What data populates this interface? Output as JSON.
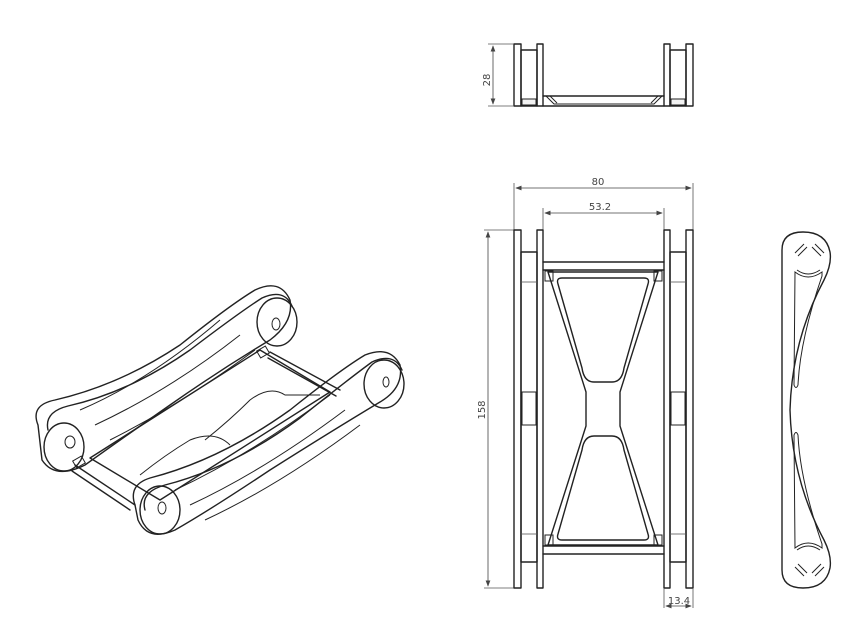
{
  "drawing": {
    "views": [
      "isometric-view",
      "top-view",
      "front-view",
      "side-profile-view"
    ],
    "dimensions": {
      "height_top_view": "28",
      "overall_width": "80",
      "inner_width": "53.2",
      "overall_length": "158",
      "plate_spacing": "13.4"
    },
    "colors": {
      "line": "#222222",
      "dimension": "#444444",
      "background": "#ffffff"
    }
  }
}
